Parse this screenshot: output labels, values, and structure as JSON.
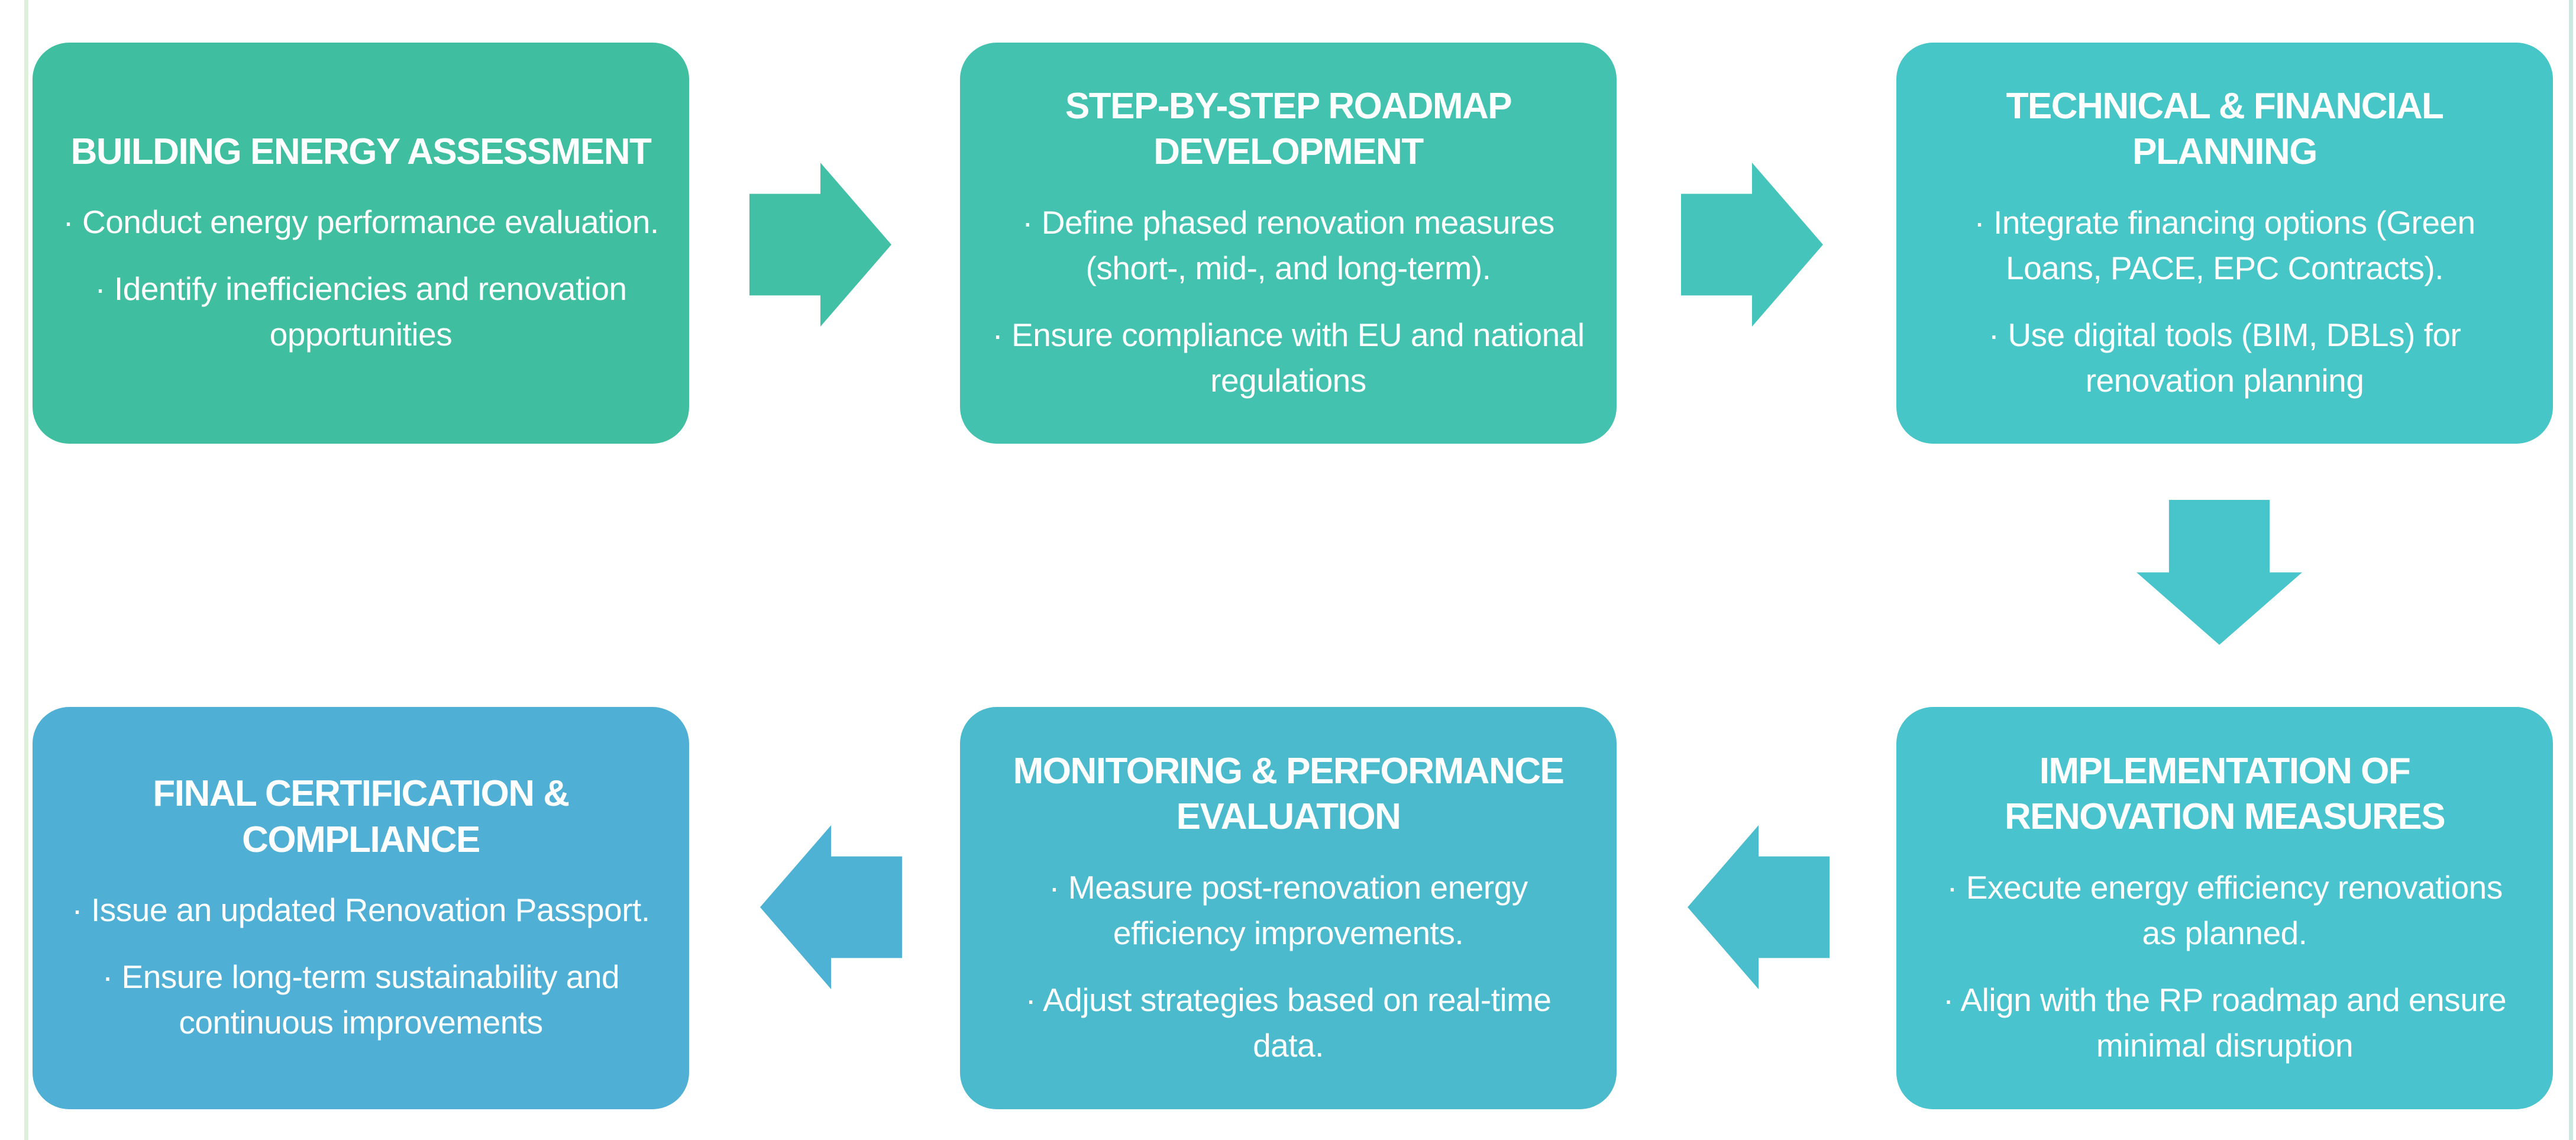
{
  "canvas": {
    "background": "#ffffff",
    "text_color": "#ffffff",
    "left_edge_color": "#ddf0d8",
    "right_edge_color": "#c9e9e0"
  },
  "diagram": {
    "steps": [
      {
        "name": "building-energy-assessment",
        "color": "#3FBEA0",
        "title": "BUILDING ENERGY ASSESSMENT",
        "bullets": [
          "· Conduct energy performance evaluation.",
          "· Identify inefficiencies and renovation opportunities"
        ]
      },
      {
        "name": "step-by-step-roadmap-development",
        "color": "#43C3AF",
        "title": "STEP-BY-STEP ROADMAP\nDEVELOPMENT",
        "bullets": [
          "· Define phased renovation measures\n(short-, mid-, and long-term).",
          "· Ensure compliance with EU and national regulations"
        ]
      },
      {
        "name": "technical-financial-planning",
        "color": "#46C6C6",
        "title": "TECHNICAL & FINANCIAL\nPLANNING",
        "bullets": [
          "· Integrate financing options (Green Loans, PACE, EPC Contracts).",
          "· Use digital tools (BIM, DBLs) for renovation planning"
        ]
      },
      {
        "name": "implementation-of-renovation-measures",
        "color": "#49C3CE",
        "title": "IMPLEMENTATION OF\nRENOVATION MEASURES",
        "bullets": [
          "· Execute energy efficiency renovations as planned.",
          "· Align with the RP roadmap and ensure\nminimal disruption"
        ]
      },
      {
        "name": "monitoring-performance-evaluation",
        "color": "#4BBACD",
        "title": "MONITORING & PERFORMANCE\nEVALUATION",
        "bullets": [
          "· Measure post-renovation energy efficiency improvements.",
          "· Adjust strategies based on real-time data."
        ]
      },
      {
        "name": "final-certification-compliance",
        "color": "#4FAFD4",
        "title": "FINAL CERTIFICATION &\nCOMPLIANCE",
        "bullets": [
          "· Issue an updated Renovation Passport.",
          "· Ensure long-term sustainability and\ncontinuous improvements"
        ]
      }
    ],
    "arrows": [
      {
        "name": "arrow-step1-to-step2",
        "direction": "right",
        "color": "#41C0A6"
      },
      {
        "name": "arrow-step2-to-step3",
        "direction": "right",
        "color": "#44C4BA"
      },
      {
        "name": "arrow-step3-to-step4",
        "direction": "down",
        "color": "#47C5CB"
      },
      {
        "name": "arrow-step4-to-step5",
        "direction": "left",
        "color": "#4ABECD"
      },
      {
        "name": "arrow-step5-to-step6",
        "direction": "left",
        "color": "#4DB2D4"
      }
    ]
  }
}
